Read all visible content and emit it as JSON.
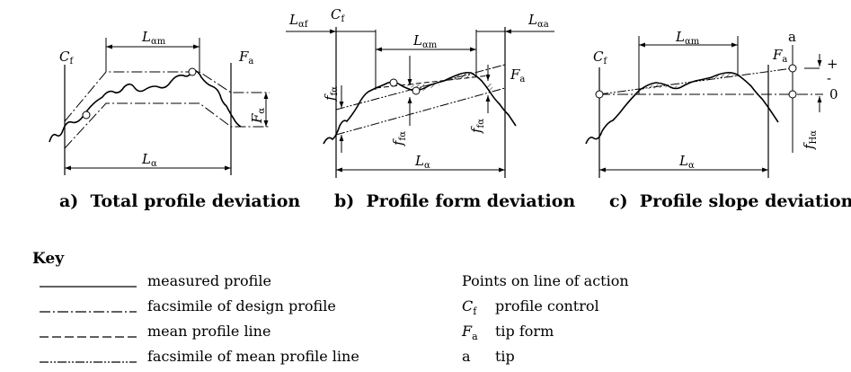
{
  "panels": {
    "a": {
      "caption_id": "a)",
      "caption_text": "Total profile deviation",
      "label_cf": "C",
      "label_cf_sub": "f",
      "label_fa": "F",
      "label_fa_sub": "a",
      "label_lam": "L",
      "label_lam_sub": "αm",
      "label_la": "L",
      "label_la_sub": "α",
      "label_Fa": "F",
      "label_Fa_sub": "α"
    },
    "b": {
      "caption_id": "b)",
      "caption_text": "Profile form deviation",
      "label_laf": "L",
      "label_laf_sub": "αf",
      "label_cf": "C",
      "label_cf_sub": "f",
      "label_lam": "L",
      "label_lam_sub": "αm",
      "label_laa": "L",
      "label_laa_sub": "αa",
      "label_fa": "F",
      "label_fa_sub": "a",
      "label_ffa": "f",
      "label_ffa_sub": "fα",
      "label_la": "L",
      "label_la_sub": "α"
    },
    "c": {
      "caption_id": "c)",
      "caption_text": "Profile slope deviation",
      "label_cf": "C",
      "label_cf_sub": "f",
      "label_lam": "L",
      "label_lam_sub": "αm",
      "label_a": "a",
      "label_fa": "F",
      "label_fa_sub": "a",
      "label_plus": "+",
      "label_minus": "-",
      "label_zero": "0",
      "label_fha": "f",
      "label_fha_sub": "Hα",
      "label_la": "L",
      "label_la_sub": "α"
    }
  },
  "key": {
    "title": "Key",
    "lines": [
      {
        "style": "solid",
        "label": "measured profile"
      },
      {
        "style": "dash-dot",
        "label": "facsimile of design profile"
      },
      {
        "style": "dashed",
        "label": "mean profile line"
      },
      {
        "style": "dash-dot-dot",
        "label": "facsimile of mean profile line"
      }
    ],
    "points_title": "Points on line of action",
    "points": [
      {
        "symbol": "C",
        "sub": "f",
        "italic": true,
        "label": "profile control"
      },
      {
        "symbol": "F",
        "sub": "a",
        "italic": true,
        "label": "tip form"
      },
      {
        "symbol": "a",
        "sub": "",
        "italic": false,
        "label": "tip"
      }
    ]
  }
}
